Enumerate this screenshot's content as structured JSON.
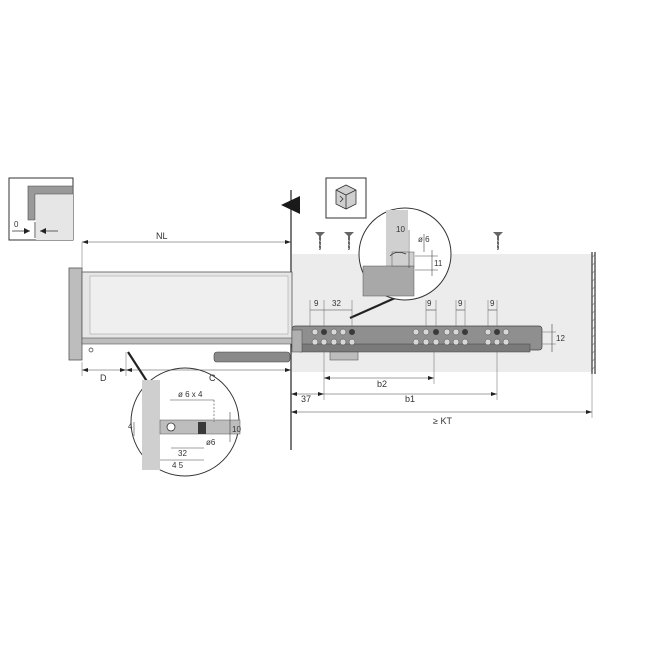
{
  "labels": {
    "nl": "NL",
    "d": "D",
    "c": "C",
    "b2": "b2",
    "b1": "b1",
    "kt": "≥ KT",
    "d37": "37",
    "d9a": "9",
    "d32": "32",
    "d9b": "9",
    "d9c": "9",
    "d9d": "9",
    "d12": "12",
    "zero": "0",
    "ten_top": "10",
    "phi6_top": "ø 6",
    "eleven": "11",
    "phi6x4": "ø 6 x 4",
    "four": "4",
    "ten_bot": "10",
    "phi6_bot": "ø6",
    "thirtytwo_bot": "32",
    "fortyfive": "4 5"
  },
  "colors": {
    "background": "#ffffff",
    "cabinet_panel": "#ececec",
    "drawer_fill": "#e6e6e6",
    "rail": "#8a8a8a",
    "rail_dark": "#555555",
    "hole_light": "#d8d8d8",
    "hole_dark": "#3a3a3a",
    "line": "#333333"
  }
}
